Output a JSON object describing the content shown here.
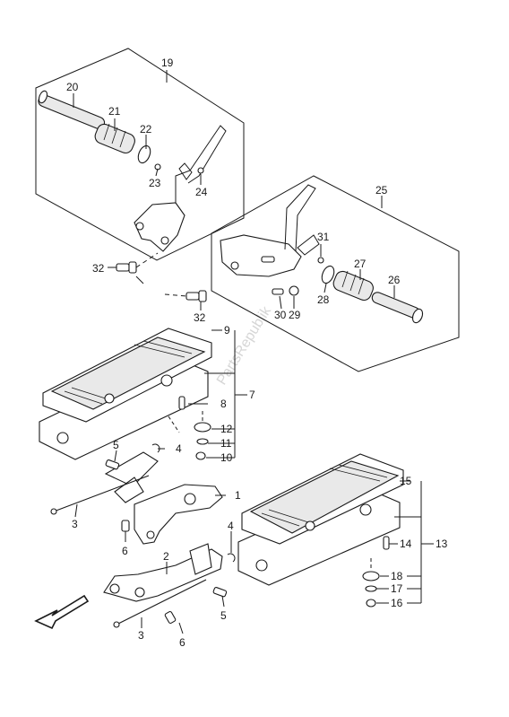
{
  "callouts": {
    "c19": "19",
    "c20": "20",
    "c21": "21",
    "c22": "22",
    "c23": "23",
    "c24": "24",
    "c25": "25",
    "c26": "26",
    "c27": "27",
    "c28": "28",
    "c29": "29",
    "c30": "30",
    "c31": "31",
    "c32a": "32",
    "c32b": "32",
    "c9": "9",
    "c7": "7",
    "c8": "8",
    "c12": "12",
    "c11": "11",
    "c10": "10",
    "c5a": "5",
    "c4a": "4",
    "c1": "1",
    "c3a": "3",
    "c6a": "6",
    "c2": "2",
    "c4b": "4",
    "c5b": "5",
    "c3b": "3",
    "c6b": "6",
    "c15": "15",
    "c14": "14",
    "c13": "13",
    "c18": "18",
    "c17": "17",
    "c16": "16"
  },
  "watermark": "PartsRepublik",
  "icons": {
    "front_arrow": "front-direction-arrow-icon"
  }
}
